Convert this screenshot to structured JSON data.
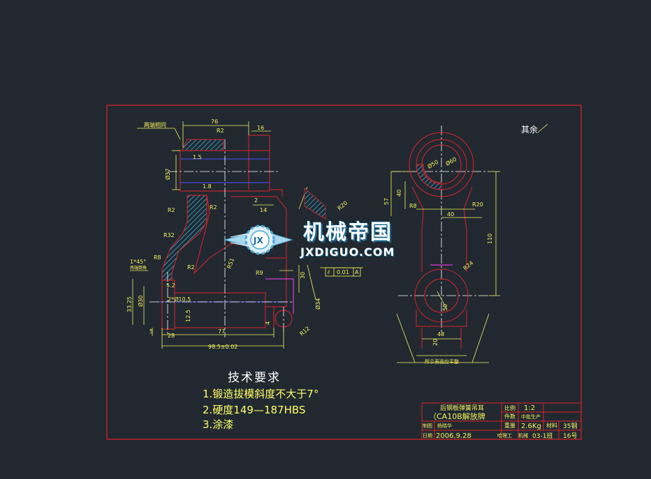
{
  "colors": {
    "background": "#212830",
    "frame": "#e0222a",
    "dimension": "#f3f35a",
    "outline": "#e0222a",
    "centerline": "#ffffff",
    "hatch": "#35b5e0",
    "hidden": "#5050ff"
  },
  "watermark": {
    "cn": "机械帝国",
    "en": "JXDIGUO.COM",
    "logo_letters": "JX"
  },
  "roughness_note": "其余",
  "requirements": {
    "title": "技术要求",
    "items": [
      "1.锻造拔模斜度不大于7°",
      "2.硬度149—187HBS",
      "3.涂漆"
    ]
  },
  "dims_left": {
    "d76": "76",
    "d16": "16",
    "r2a": "R2",
    "r2b": "R2",
    "r2c": "R2",
    "r2d": "R2",
    "r32": "R32",
    "r8": "R8",
    "r9": "R9",
    "r12": "R12",
    "r51": "R51",
    "r20": "R20",
    "d15": "1.5",
    "d18": "1.8",
    "d2": "2",
    "d14": "14",
    "d30": "30",
    "d52": "5.2",
    "d4": "4",
    "d125": "12.5",
    "d2010": "2*Ø10.5",
    "d77": "77",
    "d985": "98.5±0.02",
    "d33": "33.25",
    "d5": "5",
    "d28": "28",
    "d37": "Ø37",
    "d30b": "Ø30",
    "d34": "Ø34",
    "chamfer": "1*45°",
    "note_same": "两端相同",
    "note_both": "两端倒角",
    "note_fillet": "R2",
    "tolerance_symbol": "⫽",
    "tolerance_value": "0.01",
    "tolerance_datum": "A",
    "datum_a": "A"
  },
  "dims_right": {
    "r50": "Ø50",
    "r60": "Ø60",
    "d40": "40",
    "d57": "57",
    "r8": "R8",
    "d40b": "40",
    "r20": "R20",
    "d110": "110",
    "r24": "R24",
    "d50": "50",
    "d48": "48",
    "d20": "20",
    "note_bottom": "所示表面应平整"
  },
  "title_block": {
    "part_name": "后钢板弹簧吊耳",
    "model": "（CA10B解放牌",
    "scale_label": "比例",
    "scale_value": "1:2",
    "qty_label": "件数",
    "qty_value": "中批生产",
    "weight_label": "重量",
    "weight_value": "2.6Kg",
    "material_label": "材料",
    "material_value": "35钢",
    "drawn_label": "制图",
    "drawn_value": "杨晓华",
    "date_label": "日期",
    "date_value": "2006.9.28",
    "dept_label": "哈理工",
    "class_label": "机械",
    "class_value": "03-1班",
    "number_value": "16号"
  }
}
